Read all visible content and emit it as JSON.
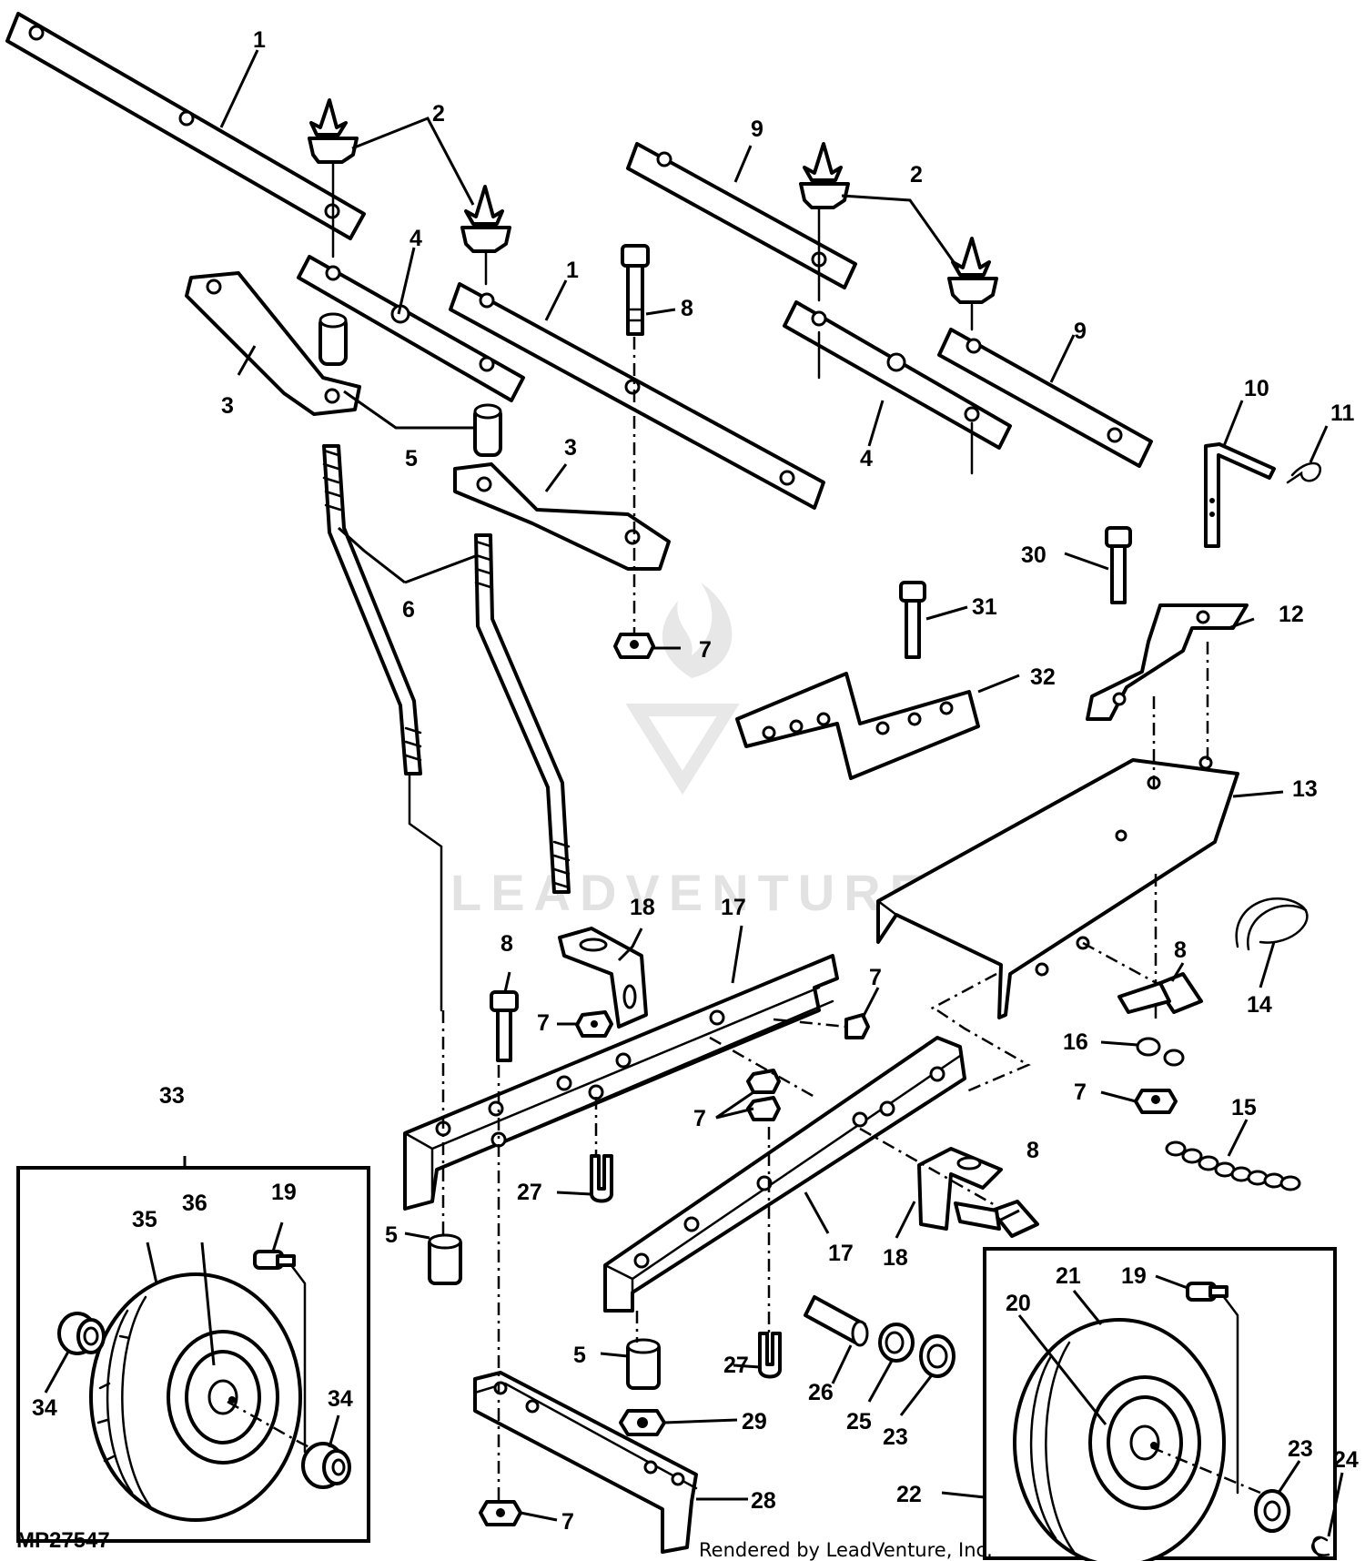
{
  "diagram": {
    "figure_code": "MP27547",
    "credit": "Rendered by LeadVenture, Inc.",
    "watermark": "LEADVENTURE",
    "callouts": {
      "c1a": "1",
      "c1b": "1",
      "c2a": "2",
      "c2b": "2",
      "c3a": "3",
      "c3b": "3",
      "c4a": "4",
      "c4b": "4",
      "c5a": "5",
      "c5b": "5",
      "c5c": "5",
      "c6": "6",
      "c7a": "7",
      "c7b": "7",
      "c7c": "7",
      "c7d": "7",
      "c7e": "7",
      "c7f": "7",
      "c8a": "8",
      "c8b": "8",
      "c8c": "8",
      "c8d": "8",
      "c9a": "9",
      "c9b": "9",
      "c10": "10",
      "c11": "11",
      "c12": "12",
      "c13": "13",
      "c14": "14",
      "c15": "15",
      "c16": "16",
      "c17a": "17",
      "c17b": "17",
      "c18a": "18",
      "c18b": "18",
      "c19a": "19",
      "c19b": "19",
      "c20": "20",
      "c21": "21",
      "c22": "22",
      "c23a": "23",
      "c23b": "23",
      "c24": "24",
      "c25": "25",
      "c26": "26",
      "c27a": "27",
      "c27b": "27",
      "c28": "28",
      "c29": "29",
      "c30": "30",
      "c31": "31",
      "c32": "32",
      "c33": "33",
      "c34a": "34",
      "c34b": "34",
      "c35": "35",
      "c36": "36"
    }
  }
}
